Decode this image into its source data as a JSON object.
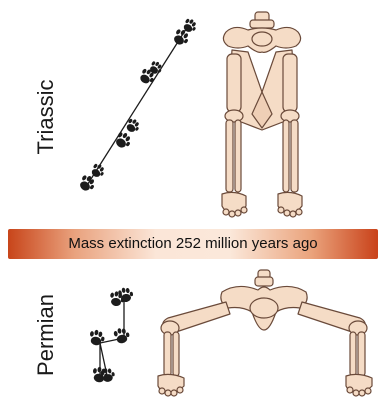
{
  "eras": {
    "upper": "Triassic",
    "lower": "Permian"
  },
  "banner": {
    "text": "Mass extinction 252 million years  ago"
  },
  "colors": {
    "bone_fill": "#f5dcc6",
    "bone_stroke": "#6a4a3a",
    "footprint": "#1c1c1c",
    "banner_edge": "#c8451a",
    "banner_center": "#fbe7d9"
  },
  "icons": {
    "upper_trackway": "footprint-trackway-icon",
    "lower_trackway": "footprint-trackway-icon",
    "upper_skeleton": "erect-limb-skeleton-icon",
    "lower_skeleton": "sprawling-limb-skeleton-icon"
  }
}
